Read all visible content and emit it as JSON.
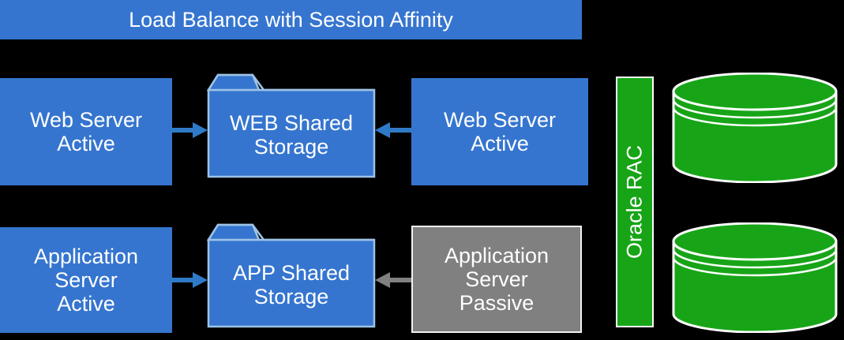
{
  "diagram": {
    "title": "Load Balance with Session Affinity",
    "colors": {
      "blue": "#3575cf",
      "green": "#17a517",
      "gray": "#808080",
      "text": "#ffffff",
      "background": "#000000",
      "folder_border": "#9dc3e6"
    },
    "banner": {
      "label": "Load Balance with Session Affinity"
    },
    "nodes": {
      "web_server_left": "Web Server\nActive",
      "web_shared_storage": "WEB Shared\nStorage",
      "web_server_right": "Web Server\nActive",
      "app_server_left": "Application\nServer\nActive",
      "app_shared_storage": "APP Shared\nStorage",
      "app_server_right": "Application\nServer\nPassive",
      "oracle_rac": "Oracle RAC",
      "database_top": "",
      "database_bottom": ""
    },
    "arrows": [
      {
        "name": "web-left-to-storage",
        "direction": "right",
        "color": "#2f7ac8"
      },
      {
        "name": "web-right-to-storage",
        "direction": "left",
        "color": "#2f7ac8"
      },
      {
        "name": "app-left-to-storage",
        "direction": "right",
        "color": "#2f7ac8"
      },
      {
        "name": "app-right-to-storage",
        "direction": "left",
        "color": "#808080"
      }
    ]
  }
}
